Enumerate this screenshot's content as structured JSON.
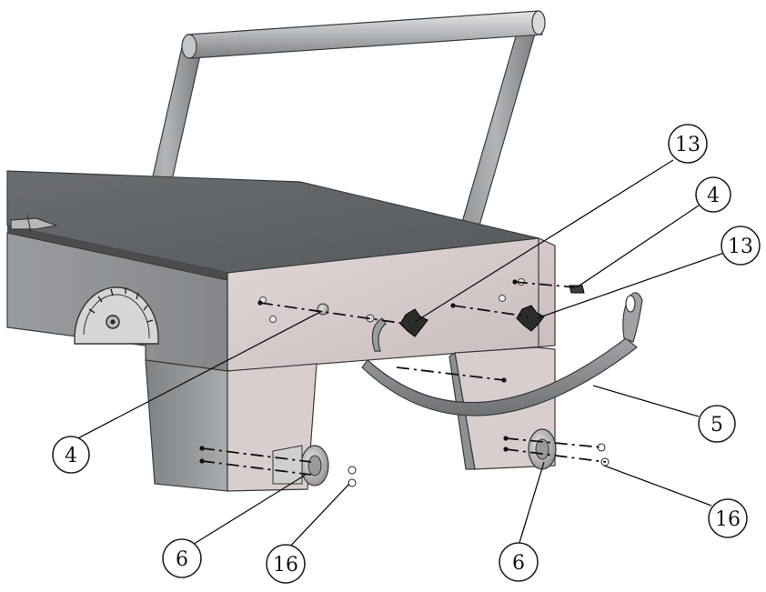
{
  "callouts": [
    {
      "id": "c13a",
      "label": "13"
    },
    {
      "id": "c4a",
      "label": "4"
    },
    {
      "id": "c13b",
      "label": "13"
    },
    {
      "id": "c5",
      "label": "5"
    },
    {
      "id": "c4b",
      "label": "4"
    },
    {
      "id": "c16a",
      "label": "16"
    },
    {
      "id": "c6a",
      "label": "6"
    },
    {
      "id": "c16b",
      "label": "16"
    },
    {
      "id": "c6b",
      "label": "6"
    }
  ],
  "colors": {
    "body_top": "#5e6164",
    "body_side": "#8b8e91",
    "body_front": "#d6c9c9",
    "leg": "#9a9da0",
    "handle": "#a3a6a9",
    "strap": "#8e9194",
    "line": "#111111"
  }
}
